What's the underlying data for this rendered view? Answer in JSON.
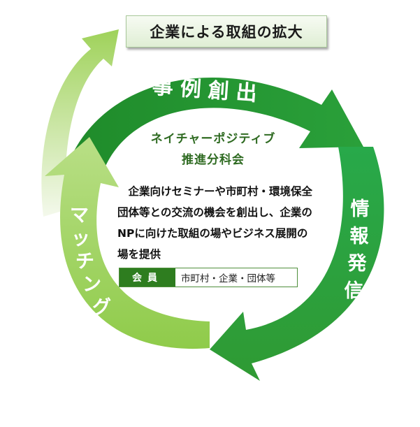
{
  "title": "企業による取組の拡大",
  "arrows": {
    "top": "事例創出",
    "right": [
      "情",
      "報",
      "発",
      "信"
    ],
    "left": [
      "マ",
      "ッ",
      "チ",
      "ン",
      "グ"
    ]
  },
  "center": {
    "heading_line1": "ネイチャーポジティブ",
    "heading_line2": "推進分科会",
    "body_lines": [
      "　企業向けセミナーや市町村・環境保全",
      "団体等との交流の機会を創出し、企業の",
      "NPに向けた取組の場やビジネス展開の",
      "場を提供"
    ],
    "member_label": "会員",
    "member_value": "市町村・企業・団体等"
  },
  "colors": {
    "dark_green": "#2c8b2a",
    "mid_green": "#32a843",
    "light_green": "#8bc34a",
    "title_bg": "#e6f2dc"
  }
}
